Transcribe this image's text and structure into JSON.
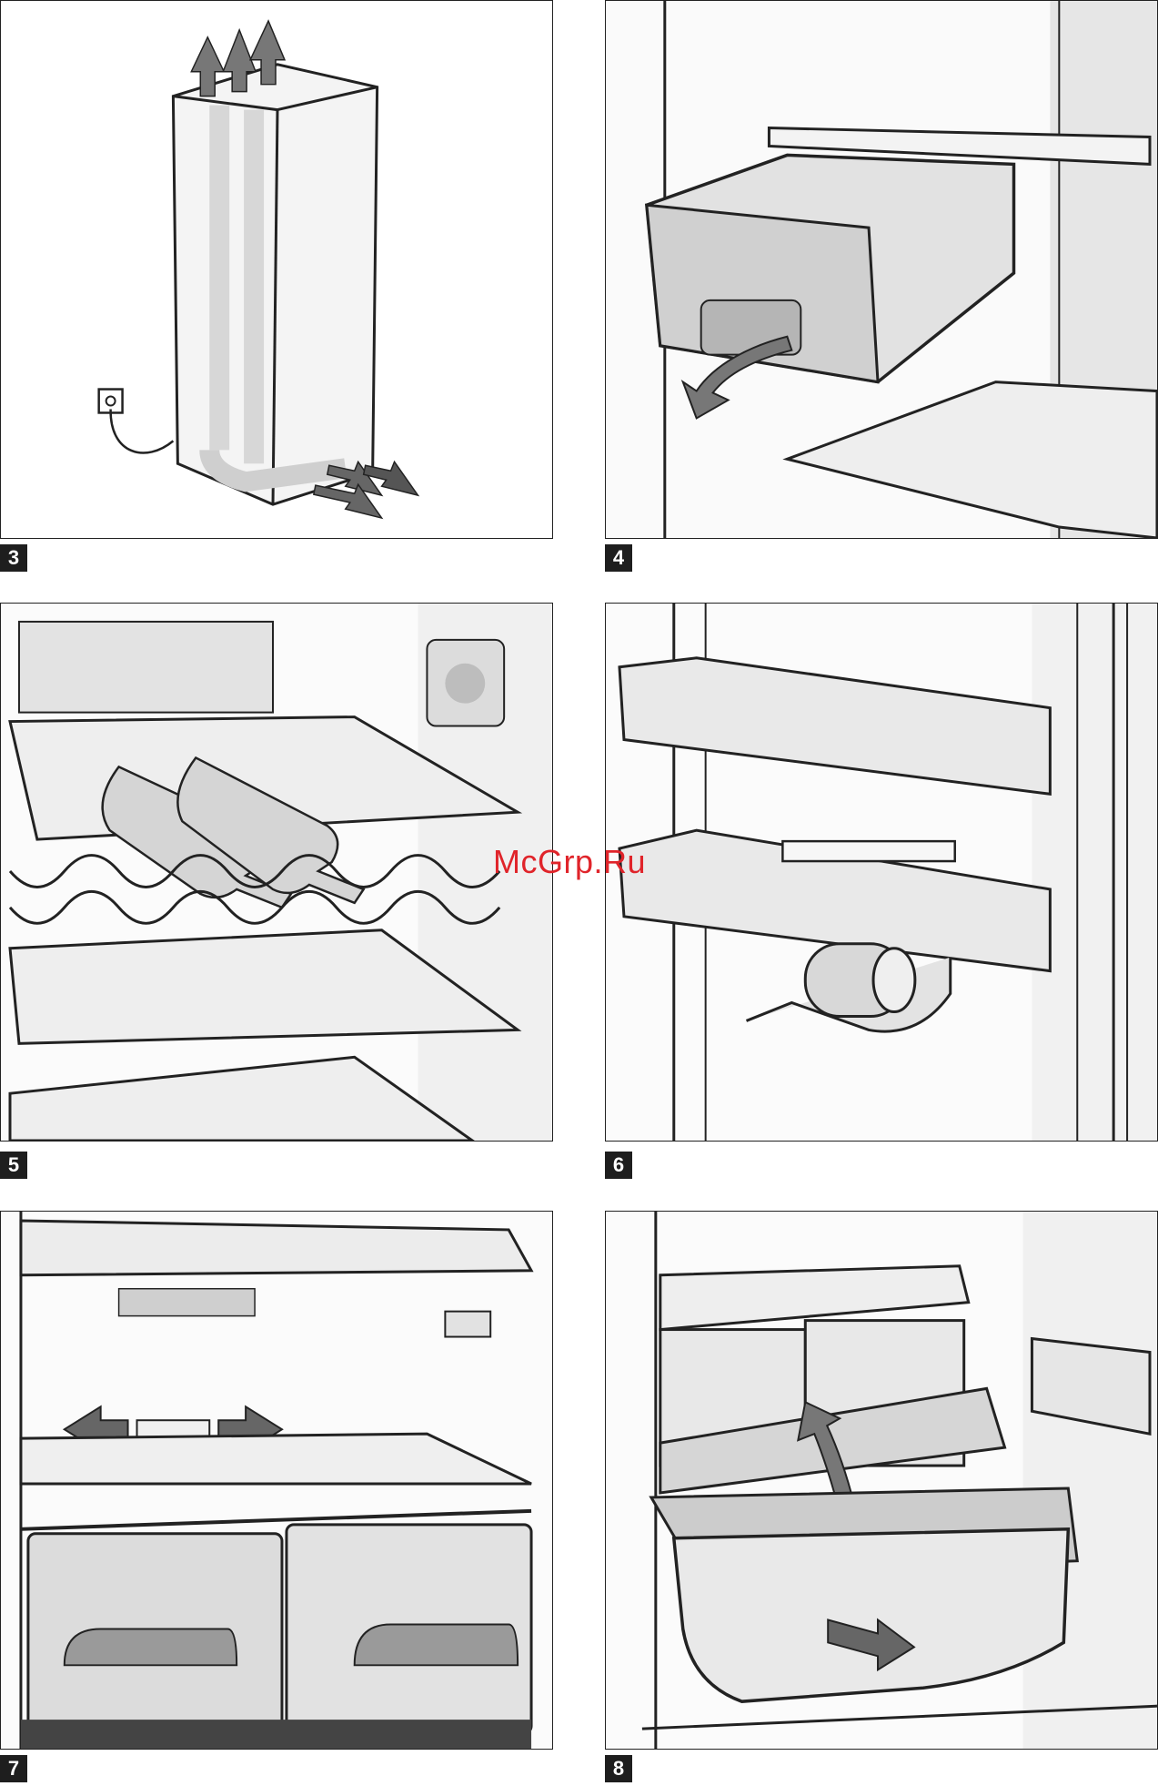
{
  "figures": [
    {
      "number": "3",
      "illustration": "appliance-ventilation-airflow"
    },
    {
      "number": "4",
      "illustration": "crisper-drawer-removal"
    },
    {
      "number": "5",
      "illustration": "bottle-rack-shelf"
    },
    {
      "number": "6",
      "illustration": "door-shelves-can-holder"
    },
    {
      "number": "7",
      "illustration": "sliding-divider-drawers"
    },
    {
      "number": "8",
      "illustration": "freshness-drawer-removal"
    }
  ],
  "watermark": "McGrp.Ru",
  "colors": {
    "line": "#222222",
    "shade": "#d9d9d9",
    "arrow": "#6e6e6e",
    "watermark": "#e0242a"
  }
}
